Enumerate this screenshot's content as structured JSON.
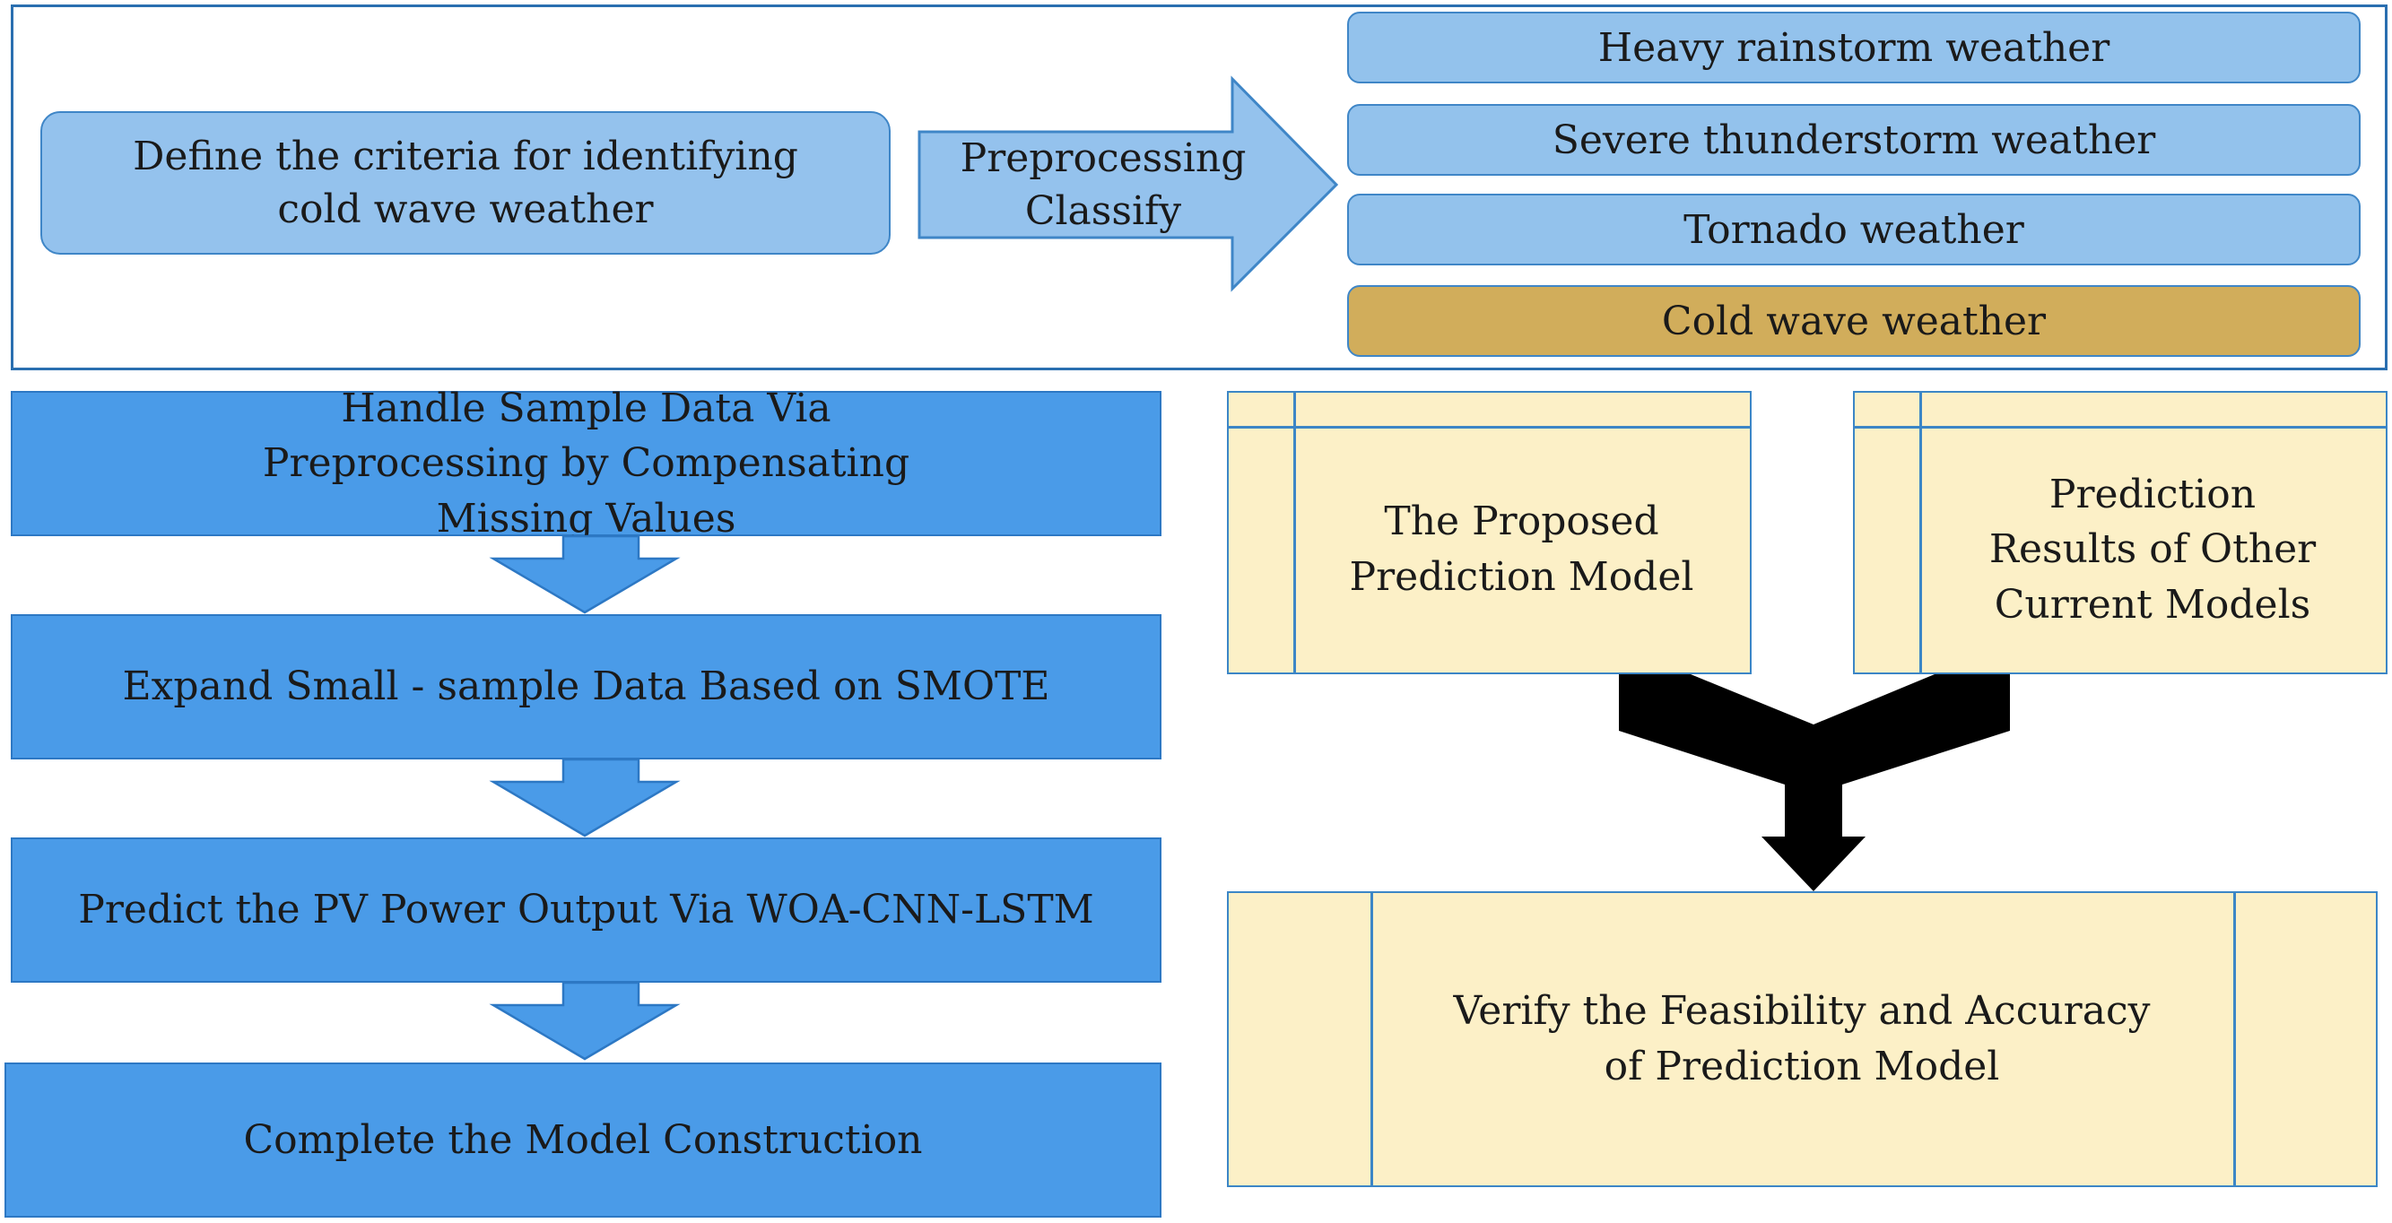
{
  "criteria_box": {
    "text": "Define the criteria for identifying cold wave weather"
  },
  "preprocess_arrow": {
    "line1": "Preprocessing",
    "line2": "Classify"
  },
  "weather_types": [
    {
      "label": "Heavy rainstorm weather"
    },
    {
      "label": "Severe thunderstorm weather"
    },
    {
      "label": "Tornado weather"
    },
    {
      "label": "Cold wave weather"
    }
  ],
  "steps": [
    {
      "label": "Handle Sample Data Via Preprocessing by Compensating Missing Values"
    },
    {
      "label": "Expand Small - sample Data Based on SMOTE"
    },
    {
      "label": "Predict the PV Power Output Via WOA-CNN-LSTM"
    },
    {
      "label": "Complete the Model Construction"
    }
  ],
  "cards": {
    "proposed": "The Proposed Prediction Model",
    "others": "Prediction Results of Other Current Models",
    "verify": "Verify the Feasibility and Accuracy of Prediction Model"
  },
  "colors": {
    "pill_fill": "#94c2ed",
    "step_fill": "#4a9be8",
    "card_fill": "#fcf0c7",
    "cold_fill": "#d1ad5b",
    "frame_border": "#2a6fb0",
    "merge_arrow": "#000000"
  }
}
